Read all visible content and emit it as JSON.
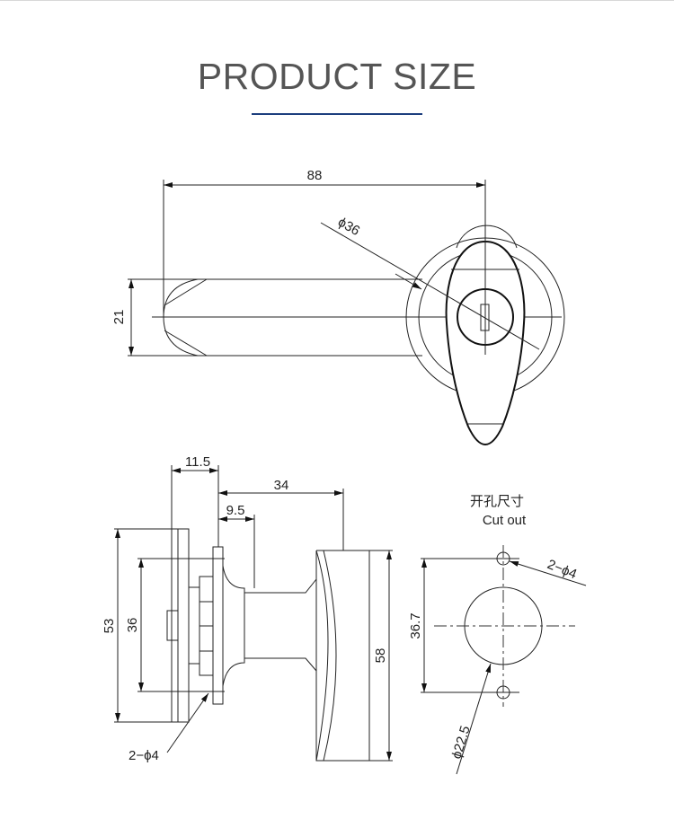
{
  "header": {
    "title": "PRODUCT SIZE"
  },
  "top_view": {
    "dims": {
      "length": "88",
      "diameter": "ϕ36",
      "height": "21"
    }
  },
  "side_view": {
    "dims": {
      "panel": "11.5",
      "depth": "34",
      "neck": "9.5",
      "outer_h": "53",
      "hole_pitch": "36",
      "handle_h": "58",
      "holes": "2−ϕ4"
    }
  },
  "cutout": {
    "title_cn": "开孔尺寸",
    "title_en": "Cut out",
    "dims": {
      "pitch": "36.7",
      "holes": "2−ϕ4",
      "diameter": "ϕ22.5"
    }
  },
  "colors": {
    "accent": "#1d3f7e",
    "title": "#555555"
  }
}
